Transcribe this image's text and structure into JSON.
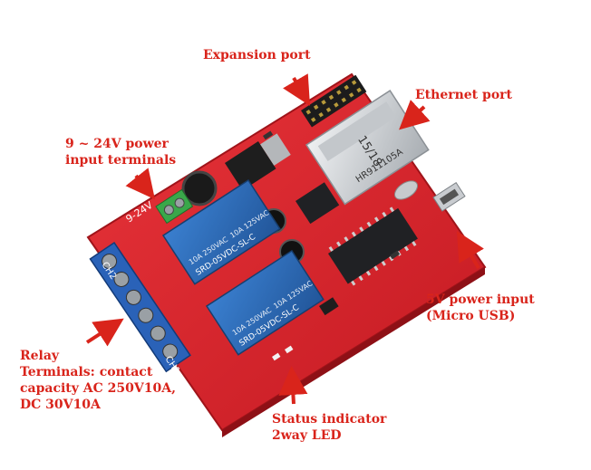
{
  "labels": {
    "expansion_port": "Expansion port",
    "ethernet_port": "Ethernet port",
    "power_terminals": "9 ~ 24V power\ninput terminals",
    "usb_power": "5V power input\n(Micro USB)",
    "relay_terminals": "Relay\nTerminals: contact\ncapacity AC 250V10A,\nDC 30V10A",
    "status_led": "Status indicator\n2way LED"
  },
  "board_text": {
    "relay_model": "SRD-05VDC-SL-C",
    "relay_rating_1": "10A 250VAC",
    "relay_rating_2": "10A 125VAC",
    "ethernet_code_1": "15/18",
    "ethernet_code_2": "HR911105A",
    "terminal_label": "9-24V",
    "ch1": "CH1",
    "ch2": "CH2"
  },
  "colors": {
    "label": "#d9241b",
    "pcb": "#d8232a",
    "relay": "#2e6db5",
    "terminal_block": "#2a62b8",
    "power_terminal": "#3aa84a",
    "ethernet": "#d0d3d6"
  }
}
